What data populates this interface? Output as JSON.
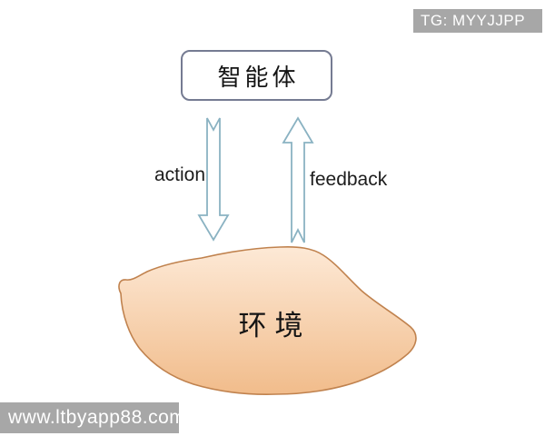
{
  "watermarks": {
    "top_right": "TG: MYYJJPP",
    "bottom_left": "www.ltbyapp88.com"
  },
  "diagram": {
    "agent_box": {
      "label": "智能体"
    },
    "arrows": {
      "action": {
        "label": "action",
        "direction": "down",
        "from": "agent",
        "to": "environment"
      },
      "feedback": {
        "label": "feedback",
        "direction": "up",
        "from": "environment",
        "to": "agent"
      }
    },
    "environment": {
      "label": "环境"
    }
  },
  "colors": {
    "watermark_bg": "#a7a7a7",
    "watermark_text": "#ffffff",
    "box_border": "#757b92",
    "arrow_stroke": "#8ab2c2",
    "blob_stroke": "#c0824e",
    "blob_fill_top": "#fde9d6",
    "blob_fill_bottom": "#f1bc8b"
  }
}
